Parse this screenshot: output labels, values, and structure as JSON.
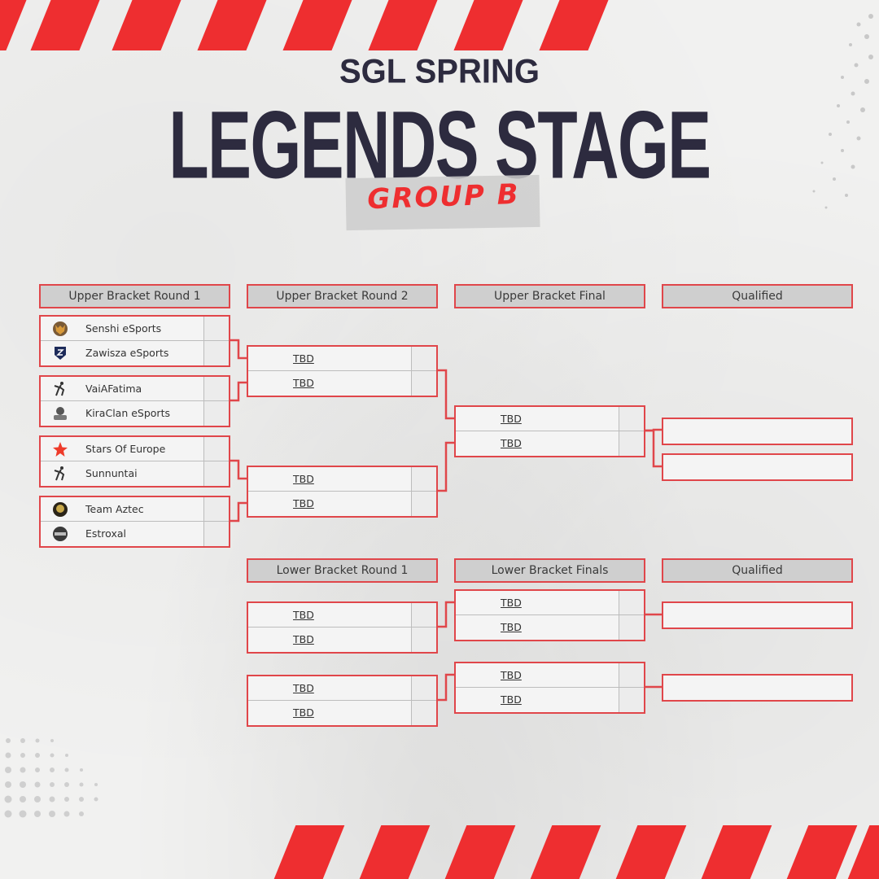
{
  "header": {
    "title_top": "SGL SPRING",
    "title_main": "LEGENDS STAGE",
    "subtitle": "GROUP B"
  },
  "colors": {
    "accent": "#ee2e30",
    "title": "#2d2b3f",
    "border": "#e0464a",
    "header_bg": "#cfcfcf"
  },
  "columns": {
    "ub_r1": "Upper Bracket Round 1",
    "ub_r2": "Upper Bracket Round 2",
    "ub_final": "Upper Bracket Final",
    "qualified_upper": "Qualified",
    "lb_r1": "Lower Bracket Round 1",
    "lb_finals": "Lower Bracket Finals",
    "qualified_lower": "Qualified"
  },
  "ub_r1": [
    {
      "team1": "Senshi eSports",
      "logo1": "wolf-icon",
      "team2": "Zawisza eSports",
      "logo2": "shield-z-icon"
    },
    {
      "team1": "VaiAFatima",
      "logo1": "cs-player-icon",
      "team2": "KiraClan eSports",
      "logo2": "helmet-icon"
    },
    {
      "team1": "Stars Of Europe",
      "logo1": "star-icon",
      "team2": "Sunnuntai",
      "logo2": "cs-player-icon"
    },
    {
      "team1": "Team Aztec",
      "logo1": "aztec-mask-icon",
      "team2": "Estroxal",
      "logo2": "estroxal-emblem-icon"
    }
  ],
  "ub_r2": [
    {
      "team1": "TBD",
      "team2": "TBD"
    },
    {
      "team1": "TBD",
      "team2": "TBD"
    }
  ],
  "ub_final": [
    {
      "team1": "TBD",
      "team2": "TBD"
    }
  ],
  "lb_r1": [
    {
      "team1": "TBD",
      "team2": "TBD"
    },
    {
      "team1": "TBD",
      "team2": "TBD"
    }
  ],
  "lb_finals": [
    {
      "team1": "TBD",
      "team2": "TBD"
    },
    {
      "team1": "TBD",
      "team2": "TBD"
    }
  ]
}
